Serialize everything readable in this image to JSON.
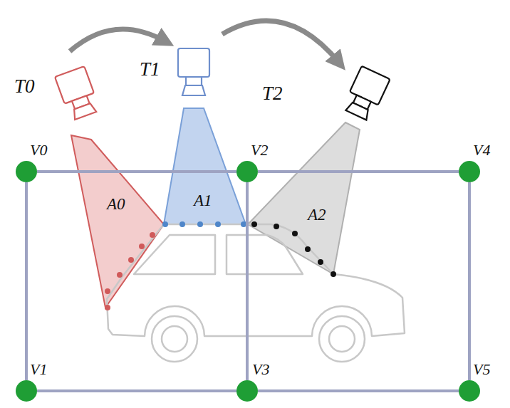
{
  "diagram": {
    "nodes": [
      {
        "text": [
          "V0"
        ]
      },
      {
        "text": [
          "V2"
        ]
      },
      {
        "text": [
          "V4"
        ]
      },
      {
        "text": [
          "V1"
        ]
      },
      {
        "text": [
          "V3"
        ]
      },
      {
        "text": [
          "V5"
        ]
      }
    ],
    "edges": [
      {
        "from": 0,
        "to": 1,
        "arrow": "none"
      },
      {
        "from": 1,
        "to": 2,
        "arrow": "none"
      },
      {
        "from": 0,
        "to": 3,
        "arrow": "none"
      },
      {
        "from": 1,
        "to": 4,
        "arrow": "none"
      },
      {
        "from": 2,
        "to": 5,
        "arrow": "none"
      },
      {
        "from": 3,
        "to": 4,
        "arrow": "none"
      },
      {
        "from": 4,
        "to": 5,
        "arrow": "none"
      }
    ],
    "labels": [
      "T0",
      "T1",
      "T2",
      "A0",
      "A1",
      "A2"
    ]
  }
}
